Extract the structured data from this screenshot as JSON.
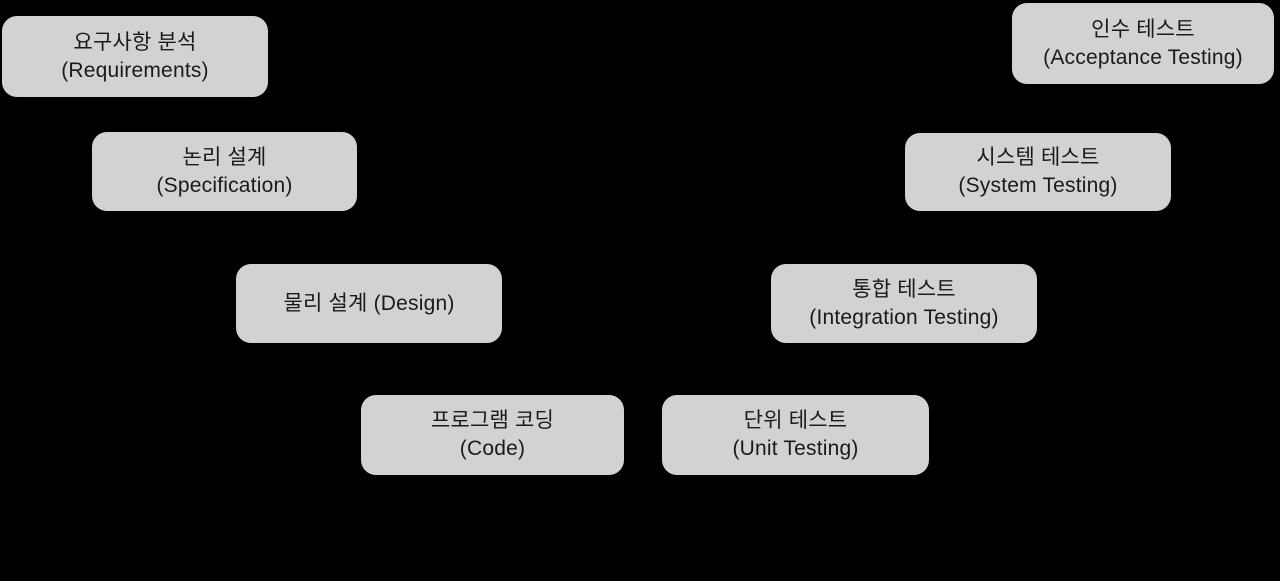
{
  "diagram": {
    "type": "v-model-process-diagram",
    "colors": {
      "background": "#000000",
      "box_fill": "#d2d2d2",
      "box_text": "#1a1a1a"
    },
    "boxes": [
      {
        "id": "requirements",
        "line1": "요구사항 분석",
        "line2": "(Requirements)"
      },
      {
        "id": "specification",
        "line1": "논리 설계",
        "line2": "(Specification)"
      },
      {
        "id": "design",
        "line1": "물리 설계 (Design)",
        "line2": ""
      },
      {
        "id": "code",
        "line1": "프로그램 코딩",
        "line2": "(Code)"
      },
      {
        "id": "unit-testing",
        "line1": "단위 테스트",
        "line2": "(Unit Testing)"
      },
      {
        "id": "integration-testing",
        "line1": "통합 테스트",
        "line2": "(Integration Testing)"
      },
      {
        "id": "system-testing",
        "line1": "시스템 테스트",
        "line2": "(System Testing)"
      },
      {
        "id": "acceptance-testing",
        "line1": "인수 테스트",
        "line2": "(Acceptance Testing)"
      }
    ]
  }
}
